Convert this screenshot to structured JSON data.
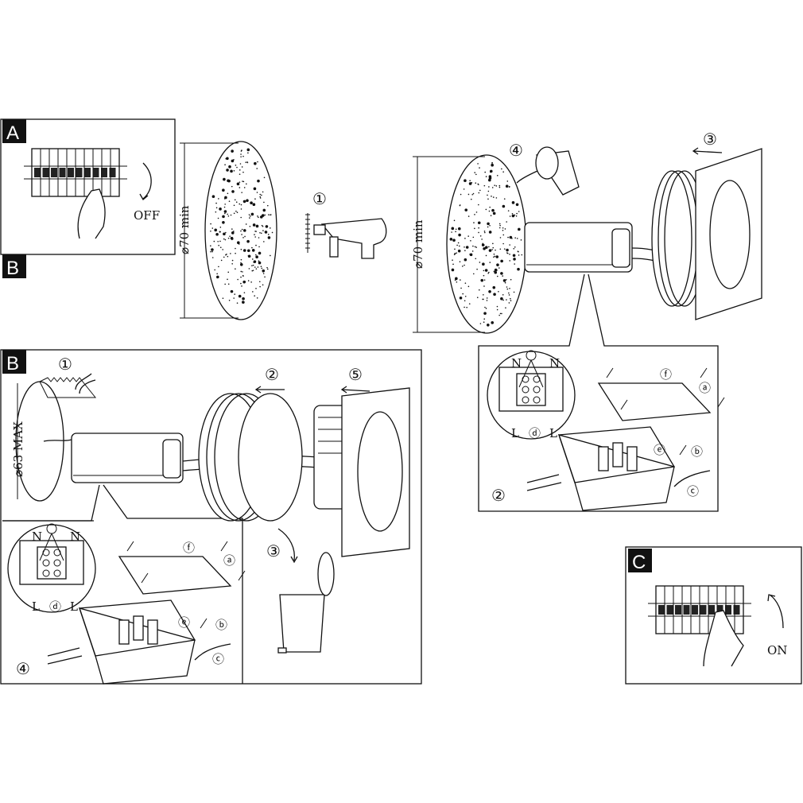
{
  "step_labels": {
    "a": "A",
    "b": "B",
    "c": "C"
  },
  "switch": {
    "off": "OFF",
    "on": "ON"
  },
  "dimensions": {
    "min70": "⌀70 min",
    "max63": "⌀63 MAX"
  },
  "steps": {
    "s1": "①",
    "s2": "②",
    "s3": "③",
    "s4": "④",
    "s5": "⑤"
  },
  "parts": {
    "a": "ⓐ",
    "b": "ⓑ",
    "c": "ⓒ",
    "d": "ⓓ",
    "e": "ⓔ",
    "f": "ⓕ"
  },
  "wiring": {
    "neutral": "N",
    "live": "L"
  },
  "colors": {
    "line": "#111111",
    "background": "#ffffff"
  }
}
